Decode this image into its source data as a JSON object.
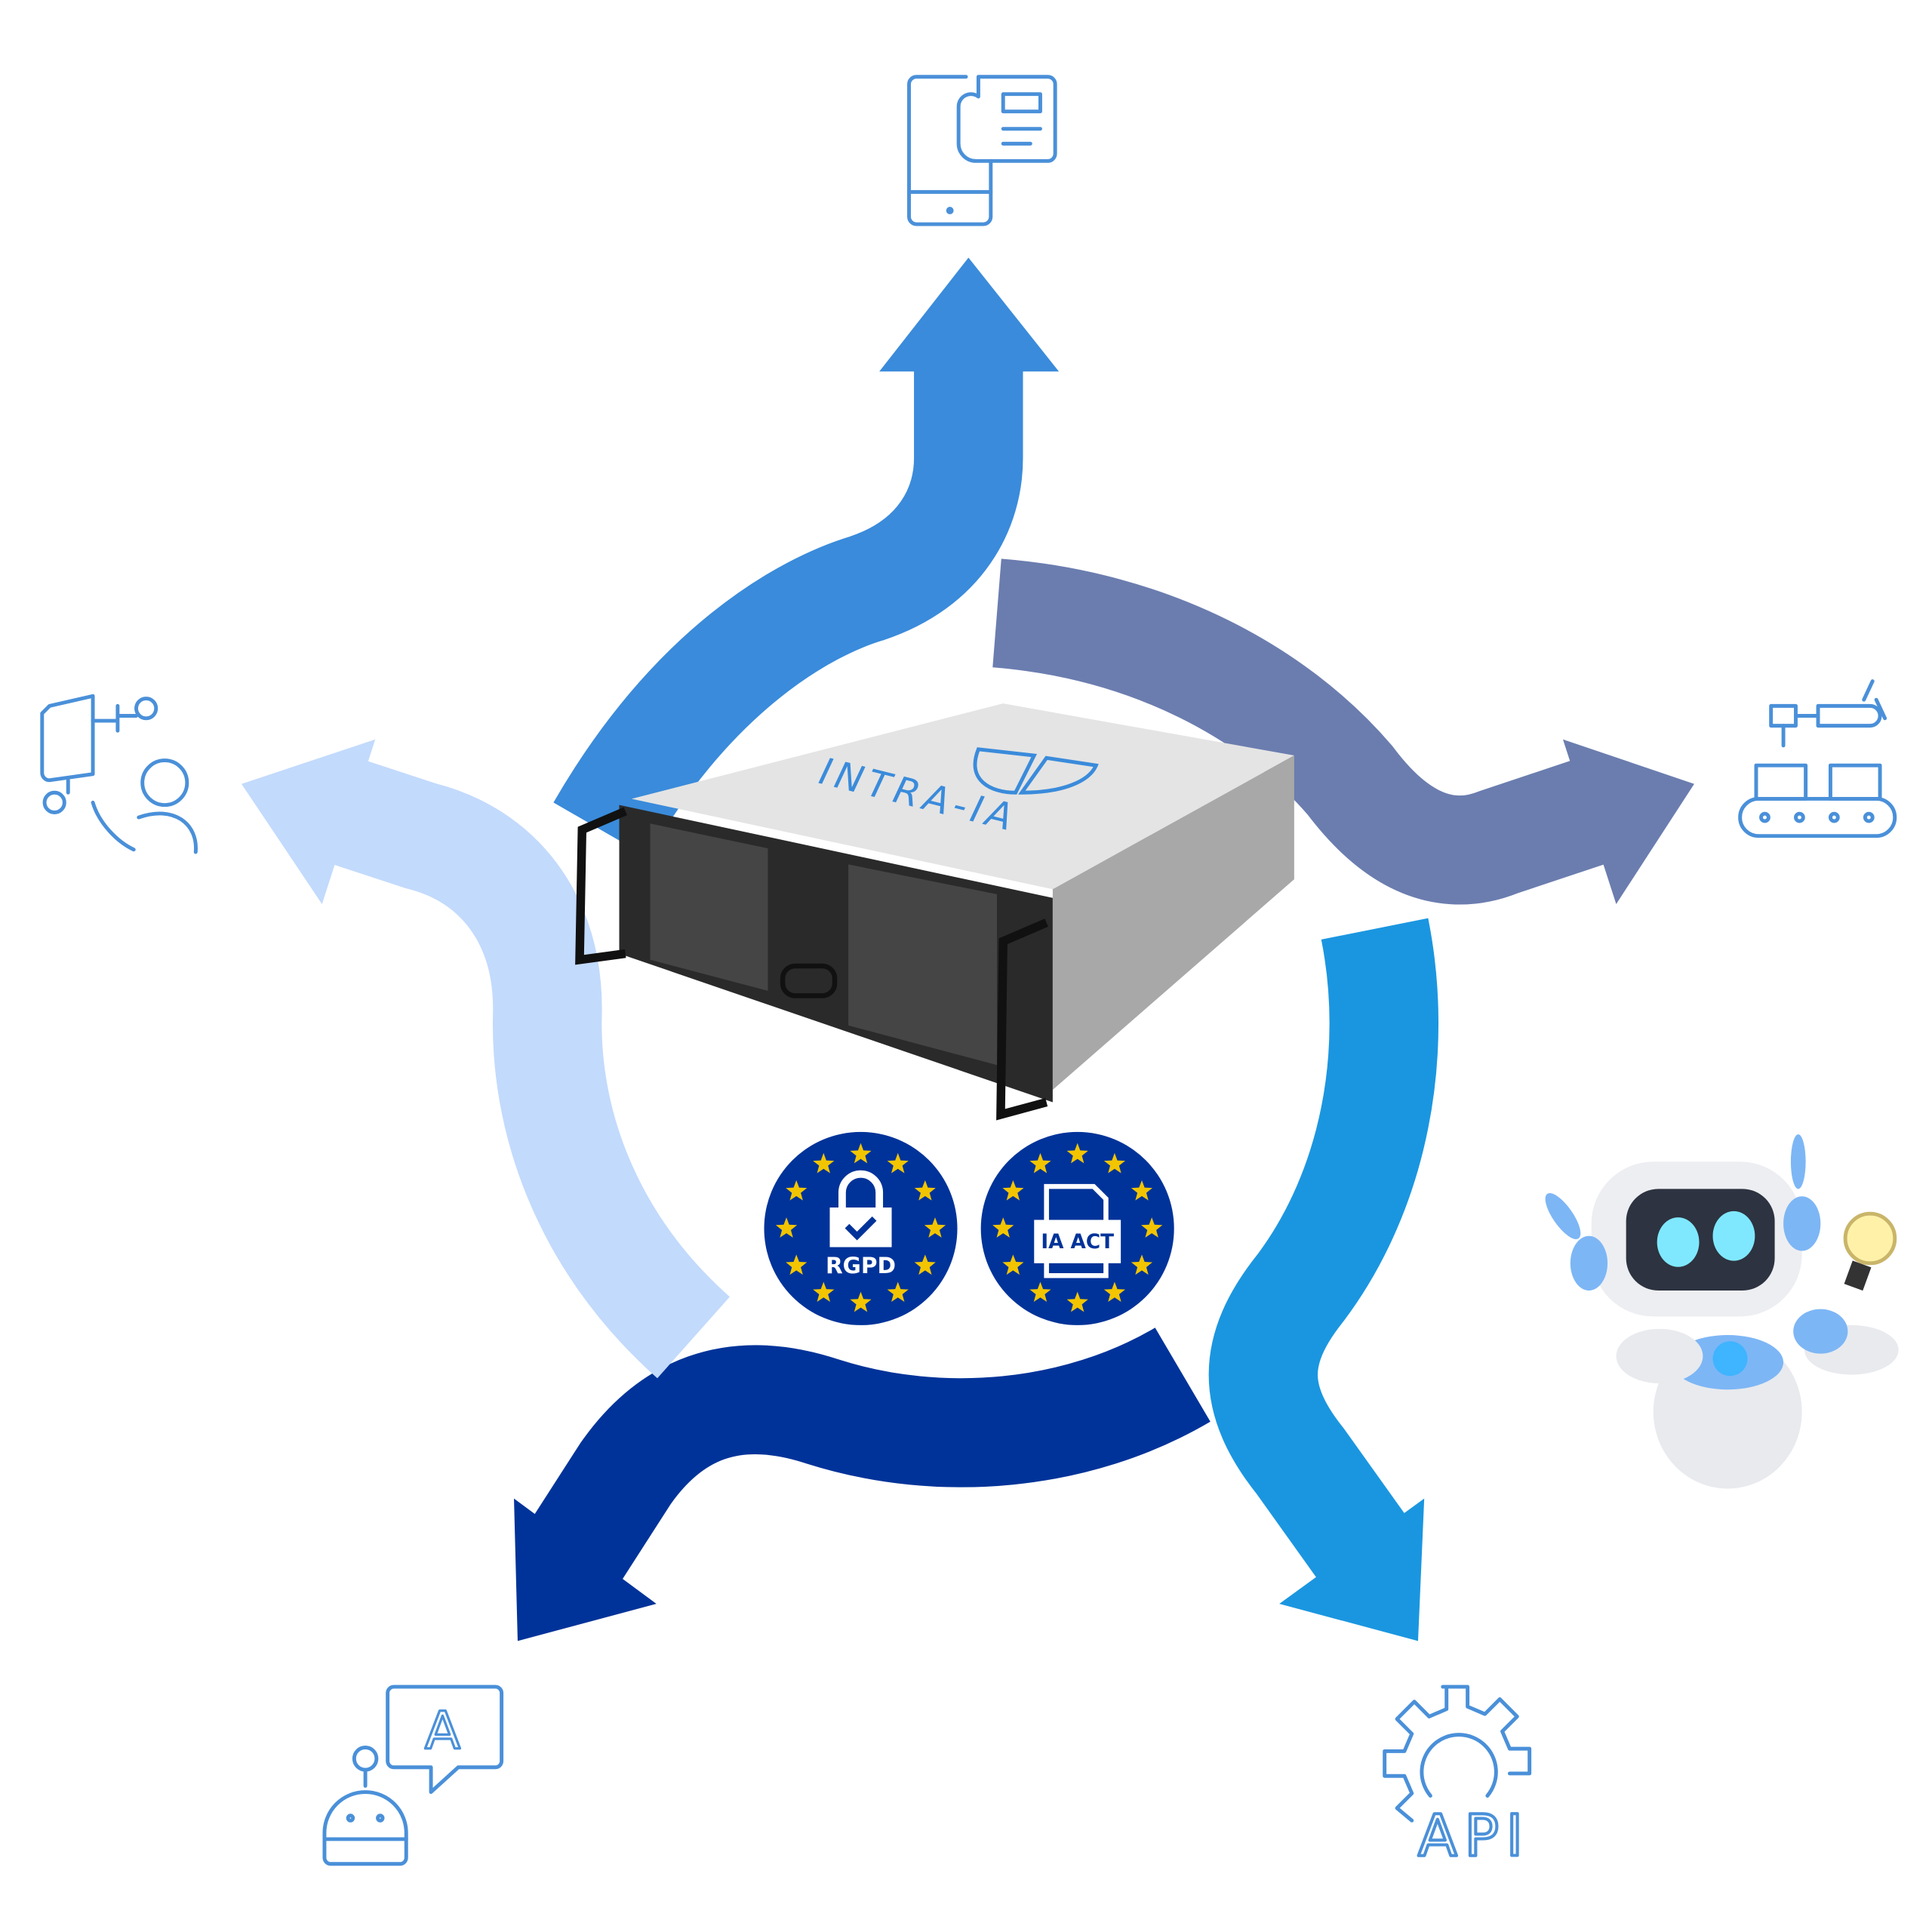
{
  "colors": {
    "arrow_top": "#3A8BDB",
    "arrow_right": "#6B7DAF",
    "arrow_lower_right": "#1A96E0",
    "arrow_bottom": "#003399",
    "arrow_left": "#C2DAFC",
    "icon_stroke": "#4A90D9",
    "eu_blue": "#003399",
    "eu_star": "#F2C500"
  },
  "server": {
    "brand": "INTRA-IA"
  },
  "badges": [
    {
      "label": "RGPD",
      "icon": "padlock-check-icon"
    },
    {
      "label": "IA ACT",
      "icon": "document-icon"
    }
  ],
  "icons": {
    "top": "mobile-document-icon",
    "right": "robotic-arm-conveyor-icon",
    "lower_right": {
      "icon": "gear-icon",
      "label": "API"
    },
    "lower_left": {
      "icon": "chatbot-translation-icon",
      "label": "A"
    },
    "left": "surveillance-person-icon"
  },
  "mascot": "robot-with-lightbulb-icon"
}
